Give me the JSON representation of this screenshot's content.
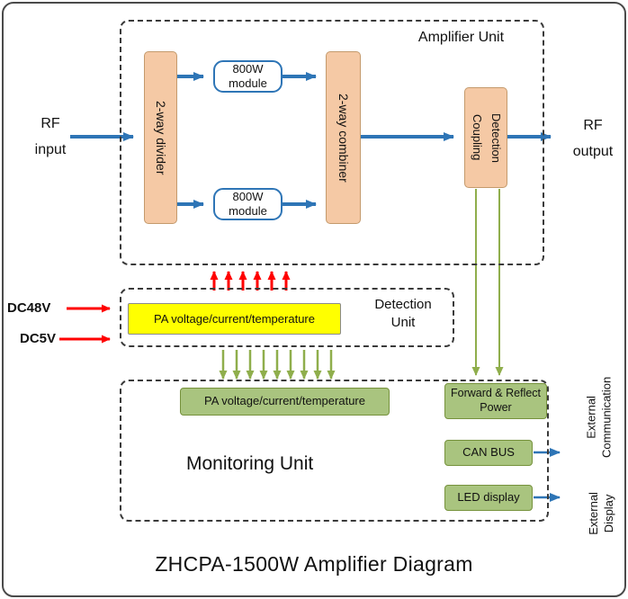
{
  "title": "ZHCPA-1500W Amplifier Diagram",
  "units": {
    "amplifier": "Amplifier Unit",
    "detection": "Detection\nUnit",
    "monitoring": "Monitoring Unit"
  },
  "io": {
    "rf_input": "RF\ninput",
    "rf_output": "RF\noutput",
    "dc48v": "DC48V",
    "dc5v": "DC5V",
    "external_communication": "External\nCommunication",
    "external_display": "External\nDisplay"
  },
  "blocks": {
    "divider": "2-way divider",
    "module_top": "800W\nmodule",
    "module_bottom": "800W\nmodule",
    "combiner": "2-way combiner",
    "coupling": "Coupling\nDetection",
    "pa_detection": "PA voltage/current/temperature",
    "pa_monitoring": "PA voltage/current/temperature",
    "forward_reflect": "Forward & Reflect\nPower",
    "can_bus": "CAN BUS",
    "led_display": "LED display"
  },
  "colors": {
    "block_peach": "#F5C9A5",
    "block_yellow": "#FFFF00",
    "block_green": "#A9C47F",
    "arrow_blue": "#2E75B6",
    "arrow_red": "#FF0000",
    "arrow_green": "#8FAE4C",
    "dashed_border": "#3A3A3A"
  }
}
